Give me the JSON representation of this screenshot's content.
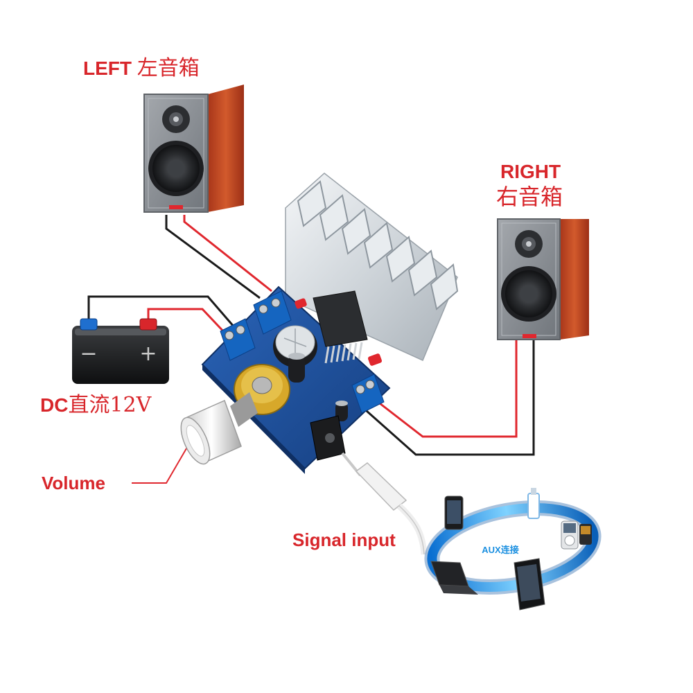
{
  "labels": {
    "left_en": "LEFT",
    "left_cn": "左音箱",
    "right_en": "RIGHT",
    "right_cn": "右音箱",
    "dc_en": "DC",
    "dc_cn": "直流12V",
    "volume": "Volume",
    "signal_input": "Signal input",
    "aux": "AUX连接"
  },
  "battery": {
    "negative": "−",
    "positive": "+"
  },
  "colors": {
    "label_red": "#d8262b",
    "wire_red": "#e0272e",
    "wire_black": "#1a1a1a",
    "pcb_blue": "#1d4f9c",
    "heatsink": "#d9dee2",
    "speaker_wood": "#c64a24",
    "speaker_front": "#8c9096",
    "aux_ring": "#1a8fe0"
  },
  "icons": [
    "left-speaker-icon",
    "right-speaker-icon",
    "battery-icon",
    "amplifier-board-icon",
    "heatsink-icon",
    "volume-knob-icon",
    "audio-cable-icon",
    "smartphone-icon",
    "laptop-icon",
    "mp3-player-icon",
    "usb-drive-icon",
    "ipod-icon"
  ]
}
